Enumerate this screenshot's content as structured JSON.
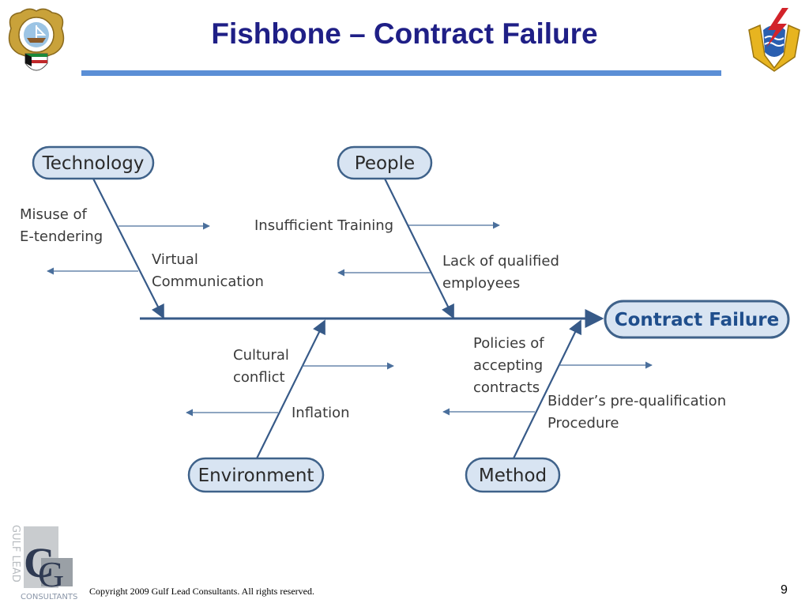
{
  "slide": {
    "title": "Fishbone – Contract Failure",
    "page_number": "9",
    "copyright": "Copyright 2009 Gulf Lead Consultants.  All rights reserved."
  },
  "logos": {
    "left": "kuwait-emblem",
    "right": "ministry-emblem",
    "footer_brand_vertical": "GULF LEAD",
    "footer_brand_bottom": "CONSULTANTS"
  },
  "diagram": {
    "head": "Contract Failure",
    "categories": {
      "technology": {
        "label": "Technology",
        "causes": [
          [
            "Misuse of",
            "E-tendering"
          ],
          [
            "Virtual",
            "Communication"
          ]
        ]
      },
      "people": {
        "label": "People",
        "causes": [
          [
            "Insufficient Training"
          ],
          [
            "Lack of qualified",
            "employees"
          ]
        ]
      },
      "environment": {
        "label": "Environment",
        "causes": [
          [
            "Cultural",
            "conflict"
          ],
          [
            "Inflation"
          ]
        ]
      },
      "method": {
        "label": "Method",
        "causes": [
          [
            "Policies of",
            "accepting",
            "contracts"
          ],
          [
            "Bidder’s pre-qualification",
            "Procedure"
          ]
        ]
      }
    }
  },
  "colors": {
    "title": "#1f1f86",
    "rule": "#5b8fd6",
    "node_fill": "#d8e4f2",
    "node_stroke": "#3f628a",
    "head_text": "#1f4e8c",
    "arrow": "#375a88"
  }
}
